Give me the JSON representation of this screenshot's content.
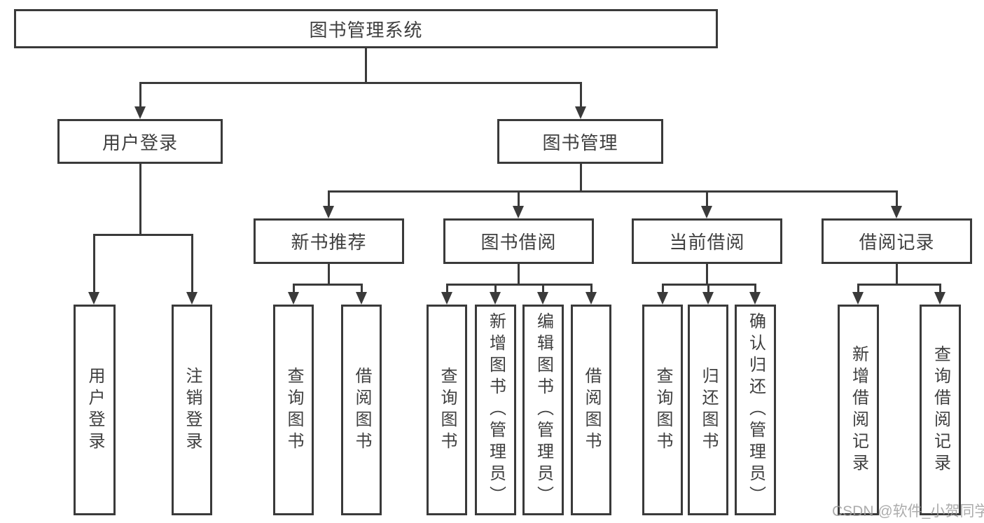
{
  "diagram": {
    "root": {
      "label": "图书管理系统"
    },
    "branches": [
      {
        "label": "用户登录",
        "children": [
          {
            "label": "用户登录"
          },
          {
            "label": "注销登录"
          }
        ]
      },
      {
        "label": "图书管理",
        "children": [
          {
            "label": "新书推荐",
            "children": [
              {
                "label": "查询图书"
              },
              {
                "label": "借阅图书"
              }
            ]
          },
          {
            "label": "图书借阅",
            "children": [
              {
                "label": "查询图书"
              },
              {
                "label": "新增图书（管理员）"
              },
              {
                "label": "编辑图书（管理员）"
              },
              {
                "label": "借阅图书"
              }
            ]
          },
          {
            "label": "当前借阅",
            "children": [
              {
                "label": "查询图书"
              },
              {
                "label": "归还图书"
              },
              {
                "label": "确认归还（管理员）"
              }
            ]
          },
          {
            "label": "借阅记录",
            "children": [
              {
                "label": "新增借阅记录"
              },
              {
                "label": "查询借阅记录"
              }
            ]
          }
        ]
      }
    ]
  },
  "watermark": {
    "text": "CSDN @软件_小贺同学"
  },
  "colors": {
    "line": "#3a3a3a",
    "text": "#3f3f3f",
    "background": "#ffffff",
    "watermark": "#9e9e9e"
  }
}
